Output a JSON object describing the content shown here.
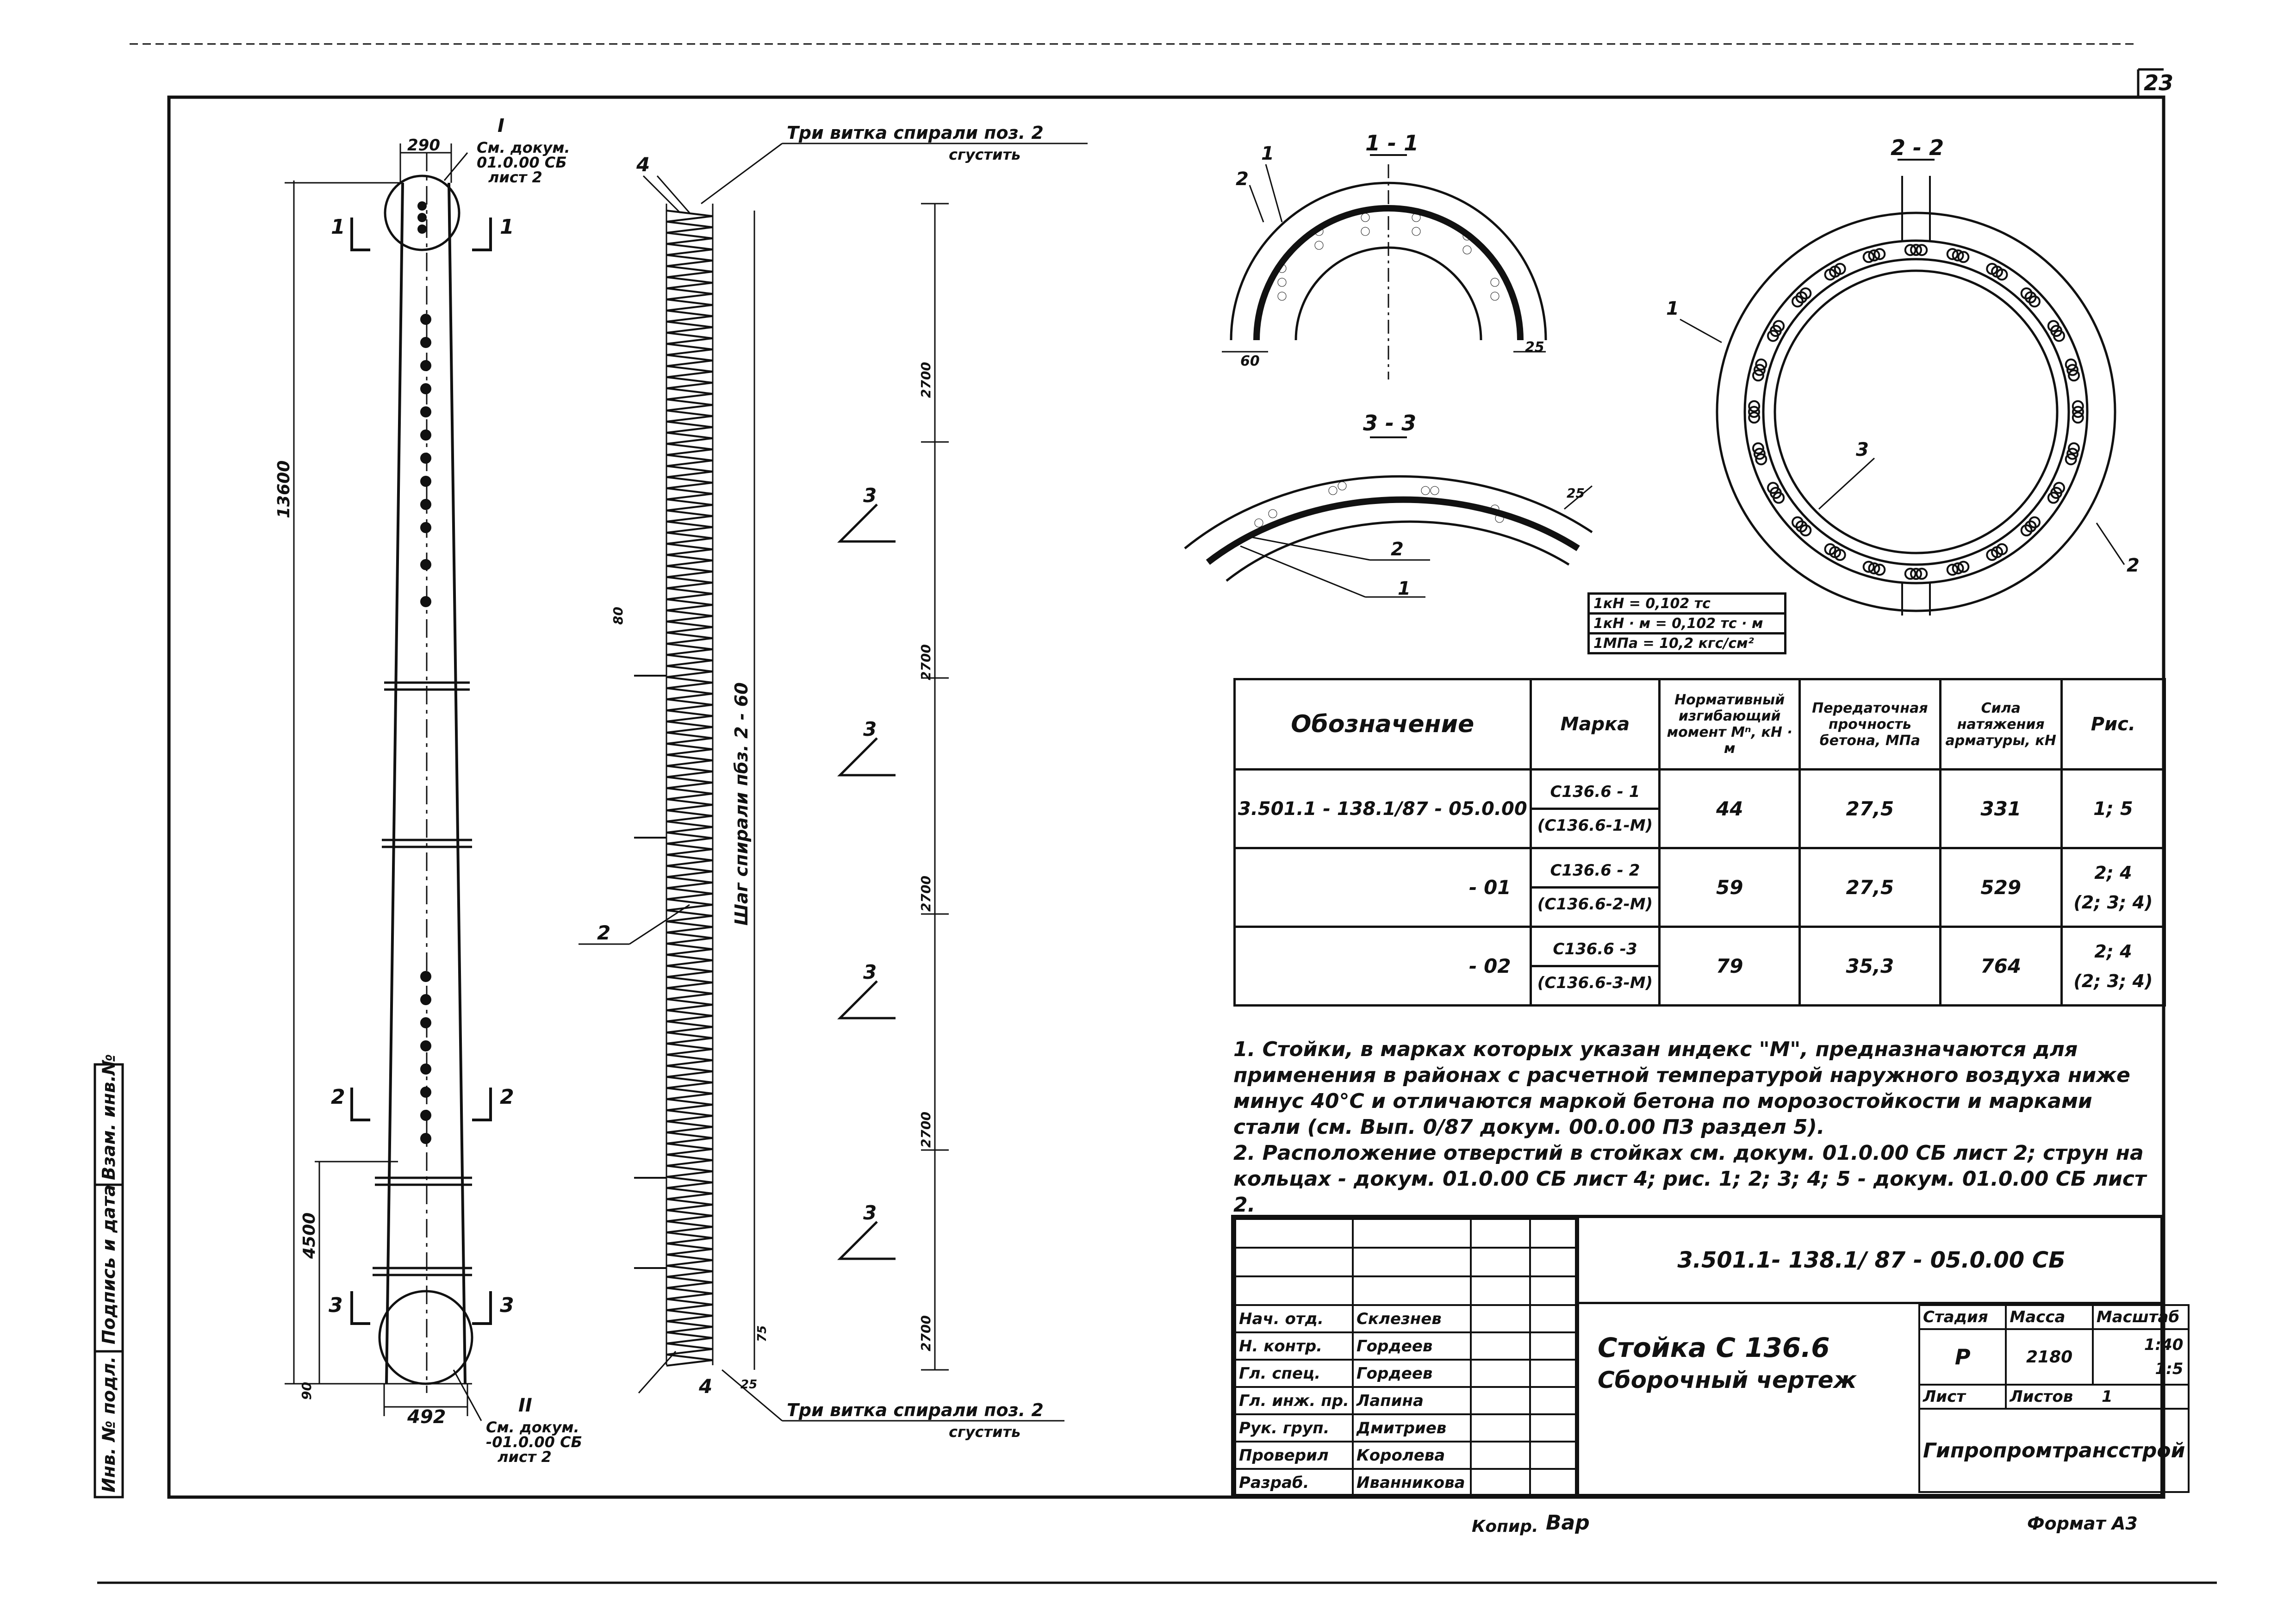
{
  "sheet": {
    "page_number": "23",
    "format_label": "Формат А3",
    "copied_by": "Копир.",
    "copier_signature": "Вар"
  },
  "left_strip": {
    "inv_original": "Инв. № подл.",
    "sign_date": "Подпись и дата",
    "replaces": "Взам. инв.№"
  },
  "elevation": {
    "top_width": "290",
    "bottom_width": "492",
    "total_length": "13600",
    "base_height": "4500",
    "bottom_offset": "90",
    "section_1": "1",
    "section_2": "2",
    "section_3": "3",
    "node_1_roman": "I",
    "node_2_roman": "II",
    "node_1_ref": [
      "См. докум.",
      "01.0.00 СБ",
      "лист 2"
    ],
    "node_2_ref": [
      "См. докум.",
      "-01.0.00 СБ",
      "лист 2"
    ]
  },
  "spiral": {
    "top_note": [
      "Три витка спирали поз. 2",
      "сгустить"
    ],
    "bottom_note": [
      "Три витка спирали поз. 2",
      "сгустить"
    ],
    "pos_4_top": "4",
    "pos_4_bottom": "4",
    "pos_2": "2",
    "pitch_label": "Шаг спирали пбз. 2 - 60",
    "dim_top": "75",
    "dim_bottom": "25",
    "dim_side": "80",
    "segments": [
      "2700",
      "2700",
      "2700",
      "2700",
      "2700"
    ],
    "section_marks": [
      "3",
      "3",
      "3",
      "3"
    ]
  },
  "sections": {
    "s11": {
      "title": "1 - 1",
      "pos1": "1",
      "pos2": "2",
      "dim_left": "60",
      "dim_right": "25"
    },
    "s33": {
      "title": "3 - 3",
      "pos1": "1",
      "pos2": "2",
      "dim": "25"
    },
    "s22": {
      "title": "2 - 2",
      "pos1": "1",
      "pos2": "2",
      "pos3": "3"
    }
  },
  "units": [
    "1кН = 0,102 тс",
    "1кН · м = 0,102 тс · м",
    "1МПа = 10,2 кгс/см²"
  ],
  "table": {
    "headers": [
      "Обозначение",
      "Марка",
      "Нормативный изгибающий момент Mⁿ, кН · м",
      "Передаточная прочность бетона, МПа",
      "Сила натяжения арматуры, кН",
      "Рис."
    ],
    "rows": [
      {
        "designation": "3.501.1 - 138.1/87 - 05.0.00",
        "mark": "С136.6 - 1",
        "mark_alt": "(С136.6-1-М)",
        "moment": "44",
        "strength": "27,5",
        "force": "331",
        "fig": "1; 5",
        "fig_alt": ""
      },
      {
        "designation": "- 01",
        "mark": "С136.6 - 2",
        "mark_alt": "(С136.6-2-М)",
        "moment": "59",
        "strength": "27,5",
        "force": "529",
        "fig": "2; 4",
        "fig_alt": "(2; 3; 4)"
      },
      {
        "designation": "- 02",
        "mark": "С136.6 -3",
        "mark_alt": "(С136.6-3-М)",
        "moment": "79",
        "strength": "35,3",
        "force": "764",
        "fig": "2; 4",
        "fig_alt": "(2; 3; 4)"
      }
    ]
  },
  "notes": [
    "1. Стойки, в марках которых указан индекс \"М\", предназначаются для применения в районах с расчетной температурой наружного воздуха ниже минус 40°С и отличаются маркой бетона по морозостойкости и марками стали (см. Вып. 0/87 докум. 00.0.00 ПЗ раздел 5).",
    "2. Расположение отверстий в стойках см. докум. 01.0.00 СБ лист 2; струн на кольцах - докум. 01.0.00 СБ лист 4; рис. 1; 2; 3; 4; 5 - докум. 01.0.00 СБ лист 2."
  ],
  "title_block": {
    "code": "3.501.1- 138.1/ 87 - 05.0.00 СБ",
    "title_line1": "Стойка С 136.6",
    "title_line2": "Сборочный чертеж",
    "stage_label": "Стадия",
    "mass_label": "Масса",
    "scale_label": "Масштаб",
    "stage": "Р",
    "mass": "2180",
    "scale1": "1:40",
    "scale2": "1:5",
    "sheet_label": "Лист",
    "sheets_label": "Листов",
    "sheets": "1",
    "organization": "Гипропромтрансстрой",
    "people": [
      {
        "role": "Нач. отд.",
        "name": "Склезнев"
      },
      {
        "role": "Н. контр.",
        "name": "Гордеев"
      },
      {
        "role": "Гл. спец.",
        "name": "Гордеев"
      },
      {
        "role": "Гл. инж. пр.",
        "name": "Лапина"
      },
      {
        "role": "Рук. груп.",
        "name": "Дмитриев"
      },
      {
        "role": "Проверил",
        "name": "Королева"
      },
      {
        "role": "Разраб.",
        "name": "Иванникова"
      }
    ]
  }
}
